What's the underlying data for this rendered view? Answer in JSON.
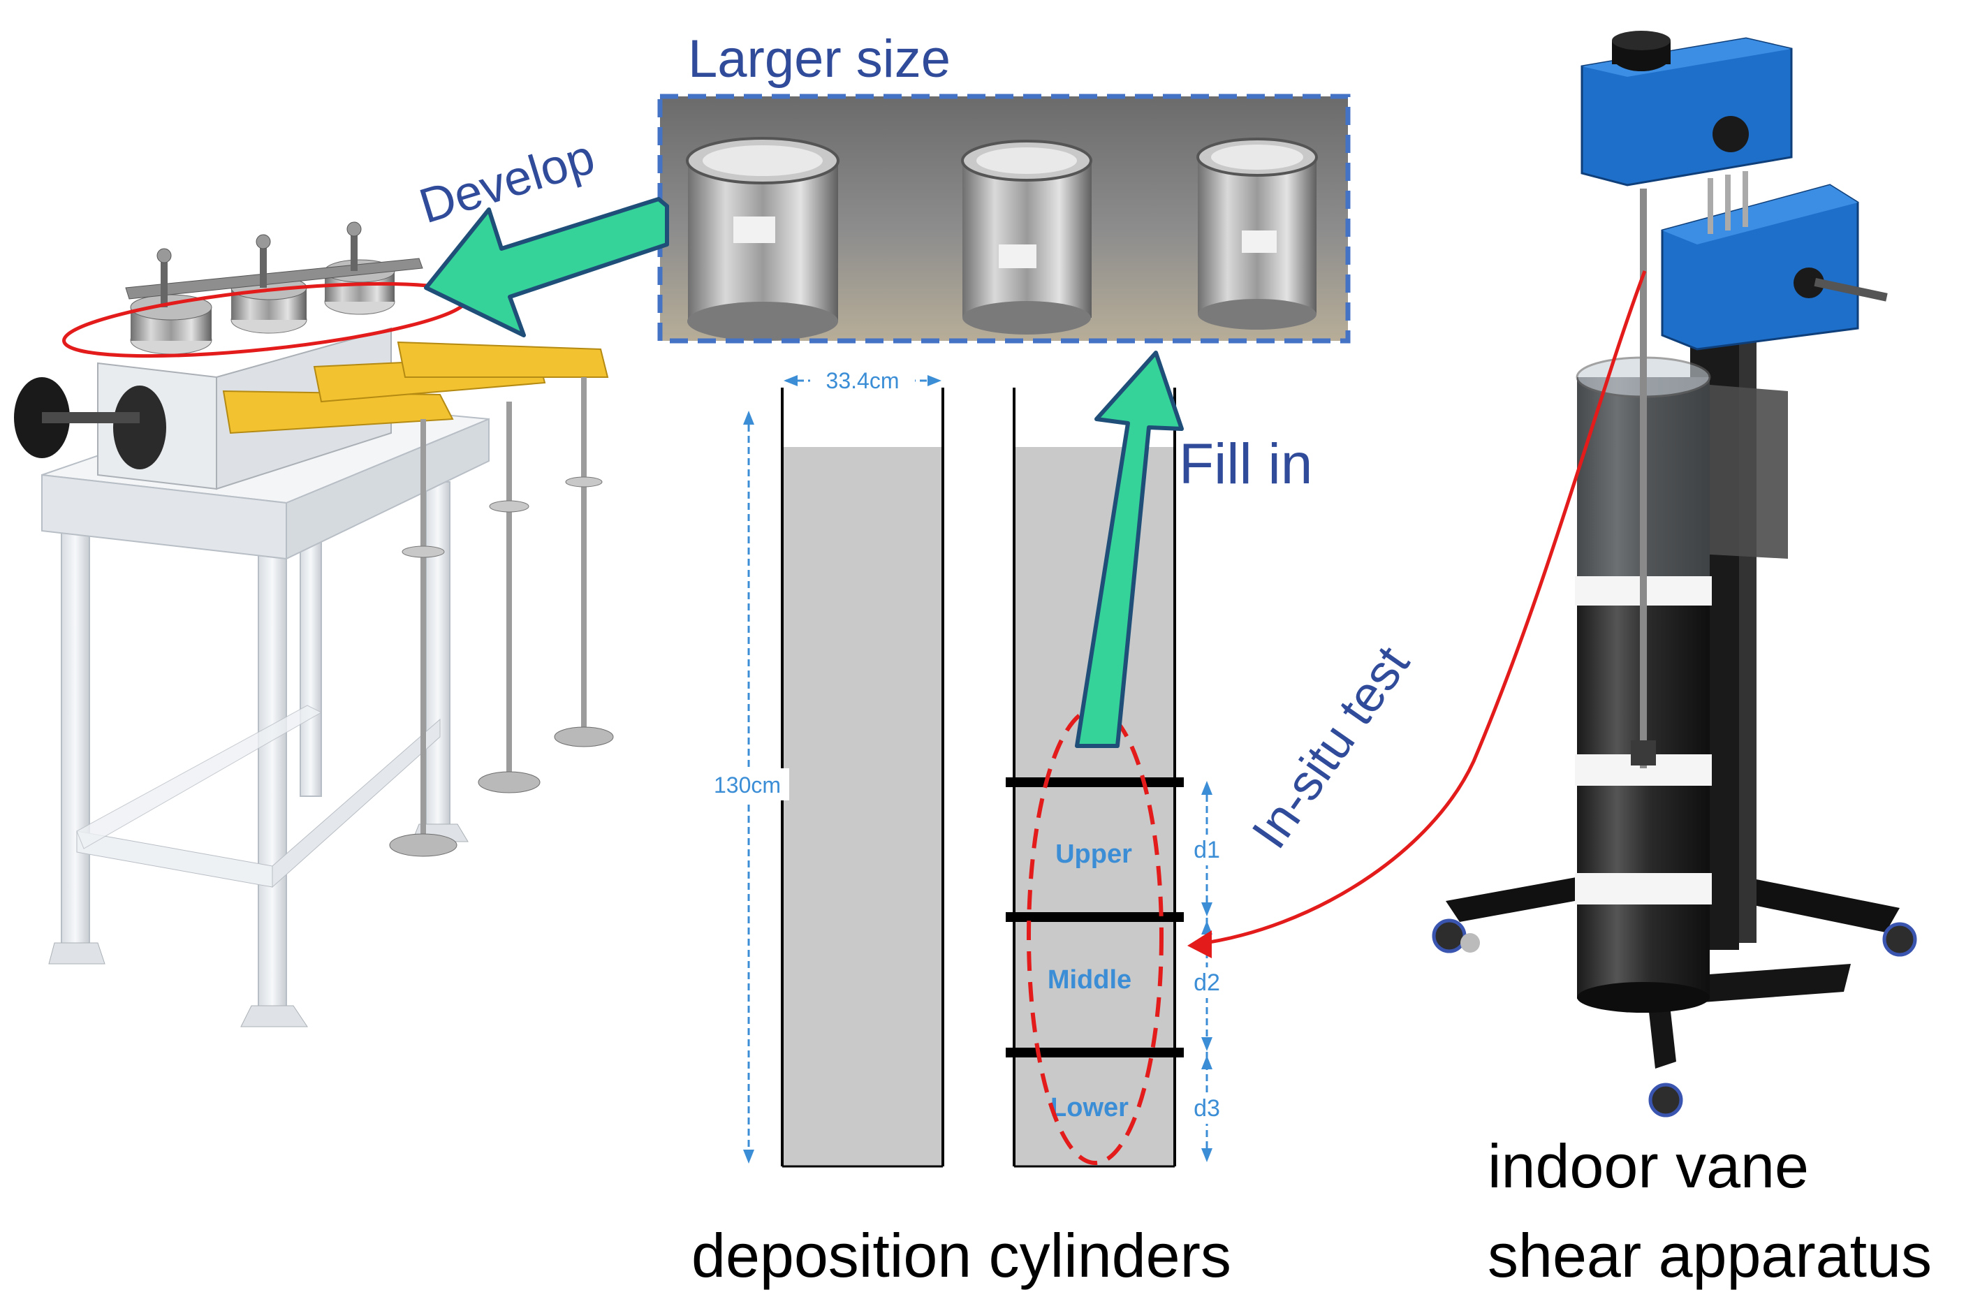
{
  "labels": {
    "larger_size": "Larger size",
    "develop": "Develop",
    "fill_in": "Fill in",
    "in_situ_test": "In-situ test",
    "deposition_cylinders": "deposition cylinders",
    "vane_line1": "indoor vane",
    "vane_line2": "shear apparatus"
  },
  "dimensions": {
    "width": "33.4cm",
    "height": "130cm",
    "d1": "d1",
    "d2": "d2",
    "d3": "d3"
  },
  "layers": {
    "upper": "Upper",
    "middle": "Middle",
    "lower": "Lower"
  },
  "colors": {
    "label_blue": "#2f4b9a",
    "dimension_blue": "#3b8ed6",
    "arrow_green": "#35d39a",
    "highlight_red": "#e31b1b",
    "sediment_gray": "#c9c9c9",
    "apparatus_blue": "#1d6fc9",
    "clamp_yellow": "#f2c230"
  }
}
